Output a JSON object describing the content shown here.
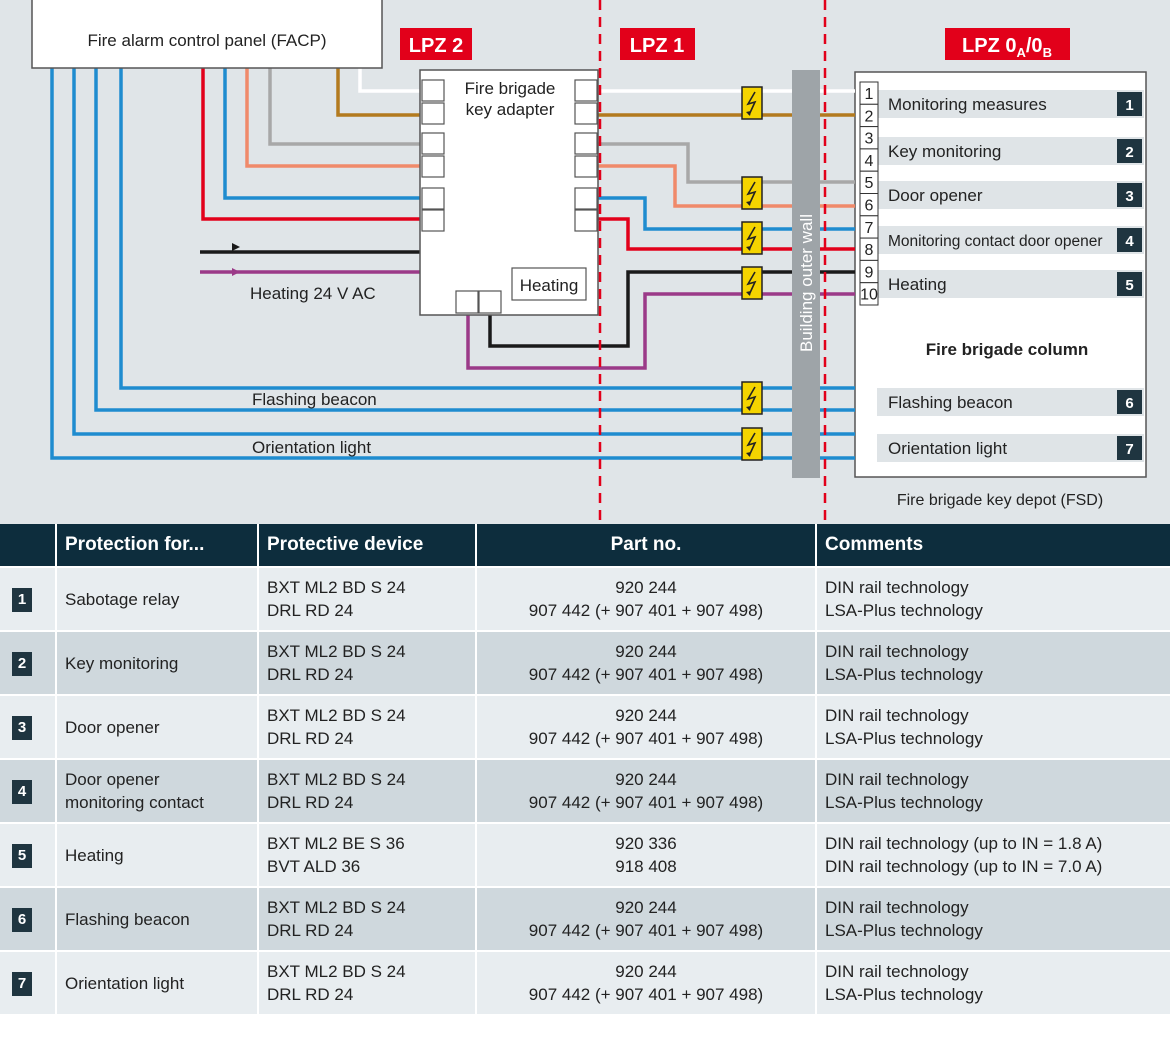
{
  "diagram": {
    "facp": "Fire alarm control panel (FACP)",
    "zone_lpz2": "LPZ 2",
    "zone_lpz1": "LPZ 1",
    "zone_lpz0": "LPZ 0A/0B",
    "key_adapter_line1": "Fire brigade",
    "key_adapter_line2": "key adapter",
    "heating_box": "Heating",
    "heating_supply": "Heating 24 V AC",
    "wall": "Building outer wall",
    "flashing_beacon_line": "Flashing beacon",
    "orientation_light_line": "Orientation light",
    "terminals": [
      "1",
      "2",
      "3",
      "4",
      "5",
      "6",
      "7",
      "8",
      "9",
      "10"
    ],
    "depot_functions": [
      {
        "label": "Monitoring measures",
        "num": "1"
      },
      {
        "label": "Key monitoring",
        "num": "2"
      },
      {
        "label": "Door opener",
        "num": "3"
      },
      {
        "label": "Monitoring contact door opener",
        "num": "4"
      },
      {
        "label": "Heating",
        "num": "5"
      },
      {
        "label": "Flashing beacon",
        "num": "6"
      },
      {
        "label": "Orientation light",
        "num": "7"
      }
    ],
    "column_label": "Fire brigade column",
    "depot_caption": "Fire brigade key depot (FSD)",
    "colors": {
      "background": "#e0e5e8",
      "zone_red": "#e2001a",
      "wire_blue": "#1f8ccf",
      "wire_red": "#e2001a",
      "wire_salmon": "#f08a6a",
      "wire_grey": "#a8a8a8",
      "wire_brown": "#b37a1e",
      "wire_black": "#1a1a1a",
      "wire_purple": "#9b3a88",
      "wall_grey": "#9ea4a8",
      "spd_yellow": "#f5d400",
      "header_navy": "#0d2d3d"
    }
  },
  "table": {
    "headers": [
      "Protection for...",
      "Protective device",
      "Part no.",
      "Comments"
    ],
    "rows": [
      {
        "num": "1",
        "protection": [
          "Sabotage relay"
        ],
        "device": [
          "BXT ML2 BD S 24",
          "DRL RD 24"
        ],
        "part": [
          "920 244",
          "907 442 (+ 907 401 + 907 498)"
        ],
        "comments": [
          "DIN rail technology",
          "LSA-Plus technology"
        ]
      },
      {
        "num": "2",
        "protection": [
          "Key monitoring"
        ],
        "device": [
          "BXT ML2 BD S 24",
          "DRL RD 24"
        ],
        "part": [
          "920 244",
          "907 442 (+ 907 401 + 907 498)"
        ],
        "comments": [
          "DIN rail technology",
          "LSA-Plus technology"
        ]
      },
      {
        "num": "3",
        "protection": [
          "Door opener"
        ],
        "device": [
          "BXT ML2 BD S 24",
          "DRL RD 24"
        ],
        "part": [
          "920 244",
          "907 442 (+ 907 401 + 907 498)"
        ],
        "comments": [
          "DIN rail technology",
          "LSA-Plus technology"
        ]
      },
      {
        "num": "4",
        "protection": [
          "Door opener",
          "monitoring contact"
        ],
        "device": [
          "BXT ML2 BD S 24",
          "DRL RD 24"
        ],
        "part": [
          "920 244",
          "907 442 (+ 907 401 + 907 498)"
        ],
        "comments": [
          "DIN rail technology",
          "LSA-Plus technology"
        ]
      },
      {
        "num": "5",
        "protection": [
          "Heating"
        ],
        "device": [
          "BXT ML2 BE S 36",
          "BVT ALD 36"
        ],
        "part": [
          "920 336",
          "918 408"
        ],
        "comments": [
          "DIN rail technology (up to IN = 1.8 A)",
          "DIN rail technology (up to IN = 7.0 A)"
        ]
      },
      {
        "num": "6",
        "protection": [
          "Flashing beacon"
        ],
        "device": [
          "BXT ML2 BD S 24",
          "DRL RD 24"
        ],
        "part": [
          "920 244",
          "907 442 (+ 907 401 + 907 498)"
        ],
        "comments": [
          "DIN rail technology",
          "LSA-Plus technology"
        ]
      },
      {
        "num": "7",
        "protection": [
          "Orientation light"
        ],
        "device": [
          "BXT ML2 BD S 24",
          "DRL RD 24"
        ],
        "part": [
          "920 244",
          "907 442 (+ 907 401 + 907 498)"
        ],
        "comments": [
          "DIN rail technology",
          "LSA-Plus technology"
        ]
      }
    ]
  }
}
